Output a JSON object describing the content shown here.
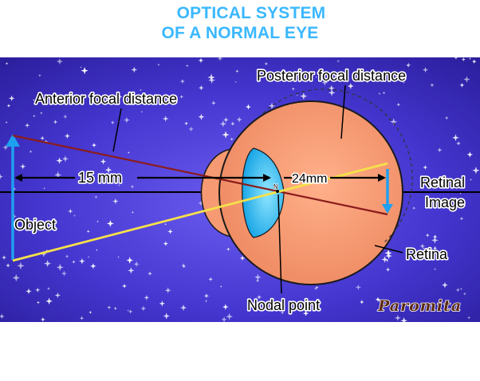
{
  "title": {
    "line1": "OPTICAL SYSTEM",
    "line2": "OF A NORMAL EYE"
  },
  "labels": {
    "posterior_focal_distance": "Posterior focal distance",
    "anterior_focal_distance": "Anterior focal distance",
    "object_distance": "15 mm",
    "image_distance": "24mm",
    "nodal_marker": "N",
    "retinal_image_line1": "Retinal",
    "retinal_image_line2": "Image",
    "object": "Object",
    "retina": "Retina",
    "nodal_point": "Nodal point"
  },
  "signature": "Paromita",
  "colors": {
    "background": "#4b3fd6",
    "eyeball": "#f5a07a",
    "lens": "#3fc0f0",
    "ray_dark": "#8b1c1c",
    "ray_light": "#f5e04a",
    "arrow": "#1ea0f0",
    "title": "#3bb8ff"
  }
}
